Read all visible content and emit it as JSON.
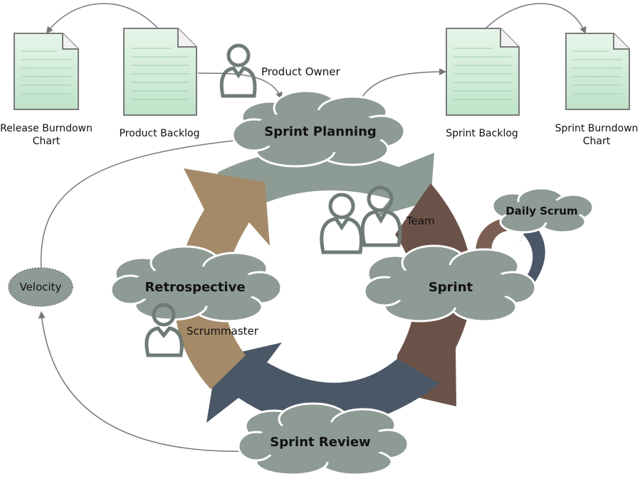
{
  "documents": {
    "release_burndown": [
      "Release Burndown",
      "Chart"
    ],
    "product_backlog": "Product Backlog",
    "sprint_backlog": "Sprint Backlog",
    "sprint_burndown": [
      "Sprint Burndown",
      "Chart"
    ]
  },
  "roles": {
    "product_owner": "Product Owner",
    "team": "Team",
    "scrummaster": "Scrummaster"
  },
  "events": {
    "sprint_planning": "Sprint Planning",
    "daily_scrum": "Daily Scrum",
    "sprint": "Sprint",
    "sprint_review": "Sprint Review",
    "retrospective": "Retrospective",
    "velocity": "Velocity"
  },
  "colors": {
    "document_fill": "#d4efdc",
    "document_stroke": "#7a7a7a",
    "cloud_fill": "#8e9a94",
    "cloud_stroke": "#ffffff",
    "person_stroke": "#6f7b75",
    "arc_planning": "#8d9b95",
    "arc_sprint": "#6b5249",
    "arc_review": "#4a5767",
    "arc_retro": "#a48a68",
    "connector": "#777777"
  }
}
